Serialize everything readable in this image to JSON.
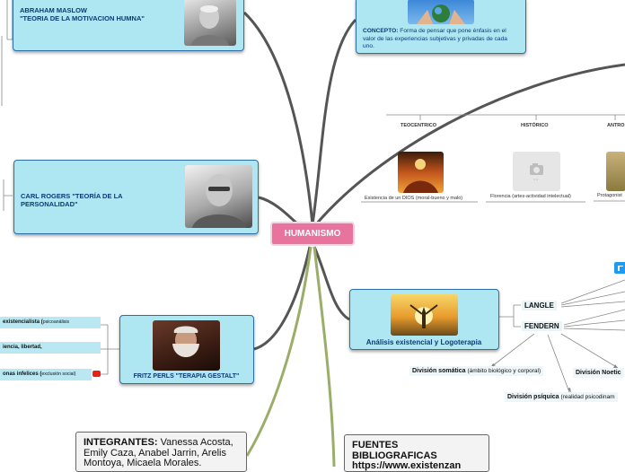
{
  "center": {
    "label": "HUMANISMO"
  },
  "maslow": {
    "title_line1": "ABRAHAM MASLOW",
    "title_line2": "\"TEORIA DE LA MOTIVACION HUMNA\""
  },
  "concepto": {
    "label": "CONCEPTO:",
    "text": "Forma de pensar que pone énfasis en el valor de las experiencias subjetivas y privadas de cada uno."
  },
  "headers": {
    "teocentrico": "TEOCENTRICO",
    "historico": "HISTÓRICO",
    "antro": "ANTRO"
  },
  "images_row": {
    "teocentrico_caption": "Existencia de un DIOS (moral-bueno y malo)",
    "historico_caption": "Florencia (artes-actividad intelectual)",
    "antro_caption": "Protagonist"
  },
  "rogers": {
    "title": "CARL ROGERS \"TEORÍA DE LA PERSONALIDAD\""
  },
  "logoterapia": {
    "title": "Análisis existencial y Logoterapia",
    "langle": "LANGLE",
    "fenders": "FENDERN",
    "somatica_bold": "División somática",
    "somatica_rest": "(ámbito biológico y corporal)",
    "psiquica_bold": "División psíquica",
    "psiquica_rest": "(realidad psicodinam",
    "noetica_bold": "División Noetic"
  },
  "perls": {
    "title": "FRITZ PERLS \"TERAPIA GESTALT\"",
    "items": [
      {
        "bold": "existencialista (",
        "rest": "psicoanálisis"
      },
      {
        "bold": "iencia, libertad,",
        "rest": ""
      },
      {
        "bold": "onas infelices (",
        "rest": "exclusión social)"
      }
    ]
  },
  "integrantes": {
    "label": "INTEGRANTES:",
    "text": "Vanessa Acosta, Emily Caza, Anabel Jarrin, Arelis Montoya, Micaela Morales."
  },
  "fuentes": {
    "label": "FUENTES BIBLIOGRAFICAS",
    "url": "https://www.existenzan"
  },
  "colors": {
    "center": "#e8739c",
    "node_bg": "#aee6f2",
    "node_border": "#2a6fa8",
    "branch": "#555555",
    "branch_green": "#9aae6a"
  },
  "icons": {
    "youtube": "youtube-icon",
    "twitter": "twitter-icon"
  }
}
